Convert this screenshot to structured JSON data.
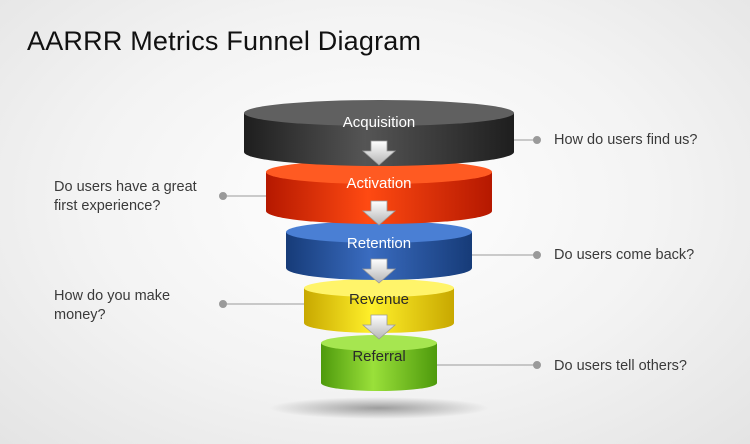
{
  "title": "AARRR Metrics Funnel Diagram",
  "stages": [
    {
      "label": "Acquisition",
      "color": "#3a3a3a",
      "question": "How do users find us?"
    },
    {
      "label": "Activation",
      "color": "#e8290b",
      "question": "Do users have a great first experience?"
    },
    {
      "label": "Retention",
      "color": "#1f4f9a",
      "question": "Do users come back?"
    },
    {
      "label": "Revenue",
      "color": "#e6c800",
      "question": "How do you make money?"
    },
    {
      "label": "Referral",
      "color": "#6fba1e",
      "question": "Do users tell others?"
    }
  ],
  "connector_color": "#9a9a9a",
  "arrow_icon": "down-arrow-icon"
}
